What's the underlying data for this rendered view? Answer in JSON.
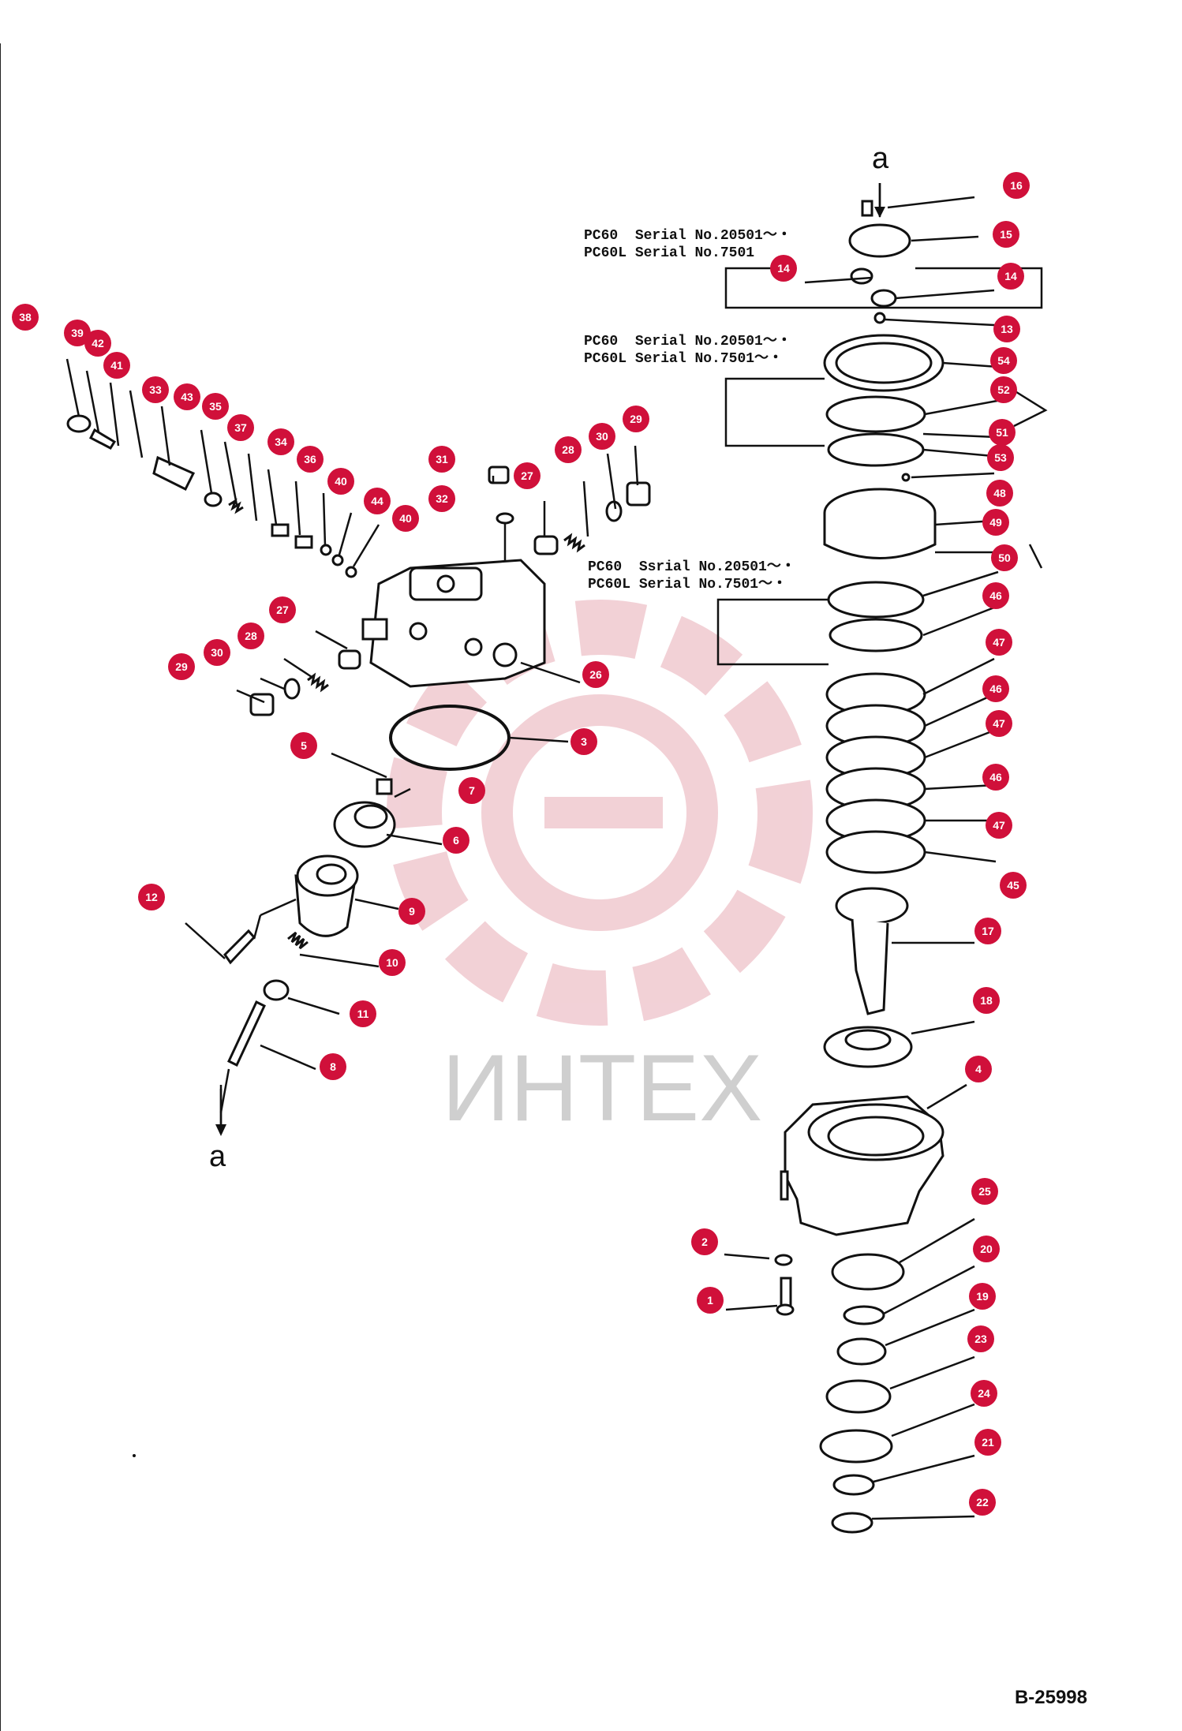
{
  "watermark": {
    "text": "ИНТЕХ",
    "color": "#e8c7cb"
  },
  "badge_color": "#d0103a",
  "drawing_code": "B-25998",
  "arrow_label": "a",
  "serial_notes": [
    {
      "model": "PC60",
      "serial": "Serial No.20501～・"
    },
    {
      "model": "PC60L",
      "serial": "Serial No.7501"
    },
    {
      "model": "PC60",
      "serial": "Serial No.20501～・"
    },
    {
      "model": "PC60L",
      "serial": "Serial No.7501～・"
    },
    {
      "model": "PC60",
      "serial": "Ssrial No.20501～・"
    },
    {
      "model": "PC60L",
      "serial": "Serial No.7501～・"
    }
  ],
  "callouts": [
    "1",
    "2",
    "3",
    "4",
    "5",
    "6",
    "7",
    "8",
    "9",
    "10",
    "11",
    "12",
    "13",
    "14",
    "14",
    "15",
    "16",
    "17",
    "18",
    "19",
    "20",
    "21",
    "22",
    "23",
    "24",
    "25",
    "26",
    "27",
    "27",
    "28",
    "28",
    "29",
    "29",
    "30",
    "30",
    "31",
    "32",
    "33",
    "34",
    "35",
    "36",
    "37",
    "38",
    "39",
    "40",
    "40",
    "41",
    "42",
    "43",
    "44",
    "45",
    "46",
    "46",
    "46",
    "47",
    "47",
    "47",
    "48",
    "49",
    "50",
    "51",
    "52",
    "53",
    "54"
  ]
}
